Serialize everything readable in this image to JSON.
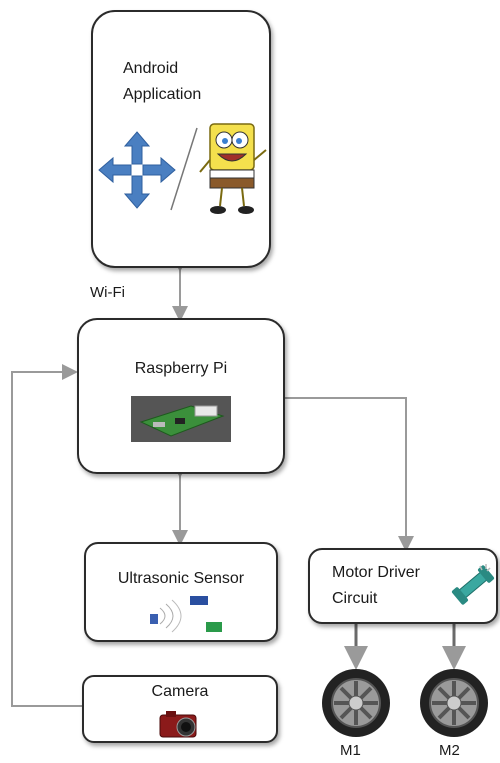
{
  "android": {
    "title_line1": "Android",
    "title_line2": "Application"
  },
  "wifi_label": "Wi-Fi",
  "raspberry": {
    "title": "Raspberry Pi"
  },
  "ultrasonic": {
    "title": "Ultrasonic Sensor"
  },
  "camera": {
    "title": "Camera"
  },
  "motor_driver": {
    "title_line1": "Motor Driver",
    "title_line2": "Circuit"
  },
  "motors": {
    "m1": "M1",
    "m2": "M2"
  },
  "colors": {
    "arrow": "#9a9a9a",
    "dpad": "#4a7fc1",
    "board": "#3b8f3b",
    "camera": "#8b1a1a"
  }
}
